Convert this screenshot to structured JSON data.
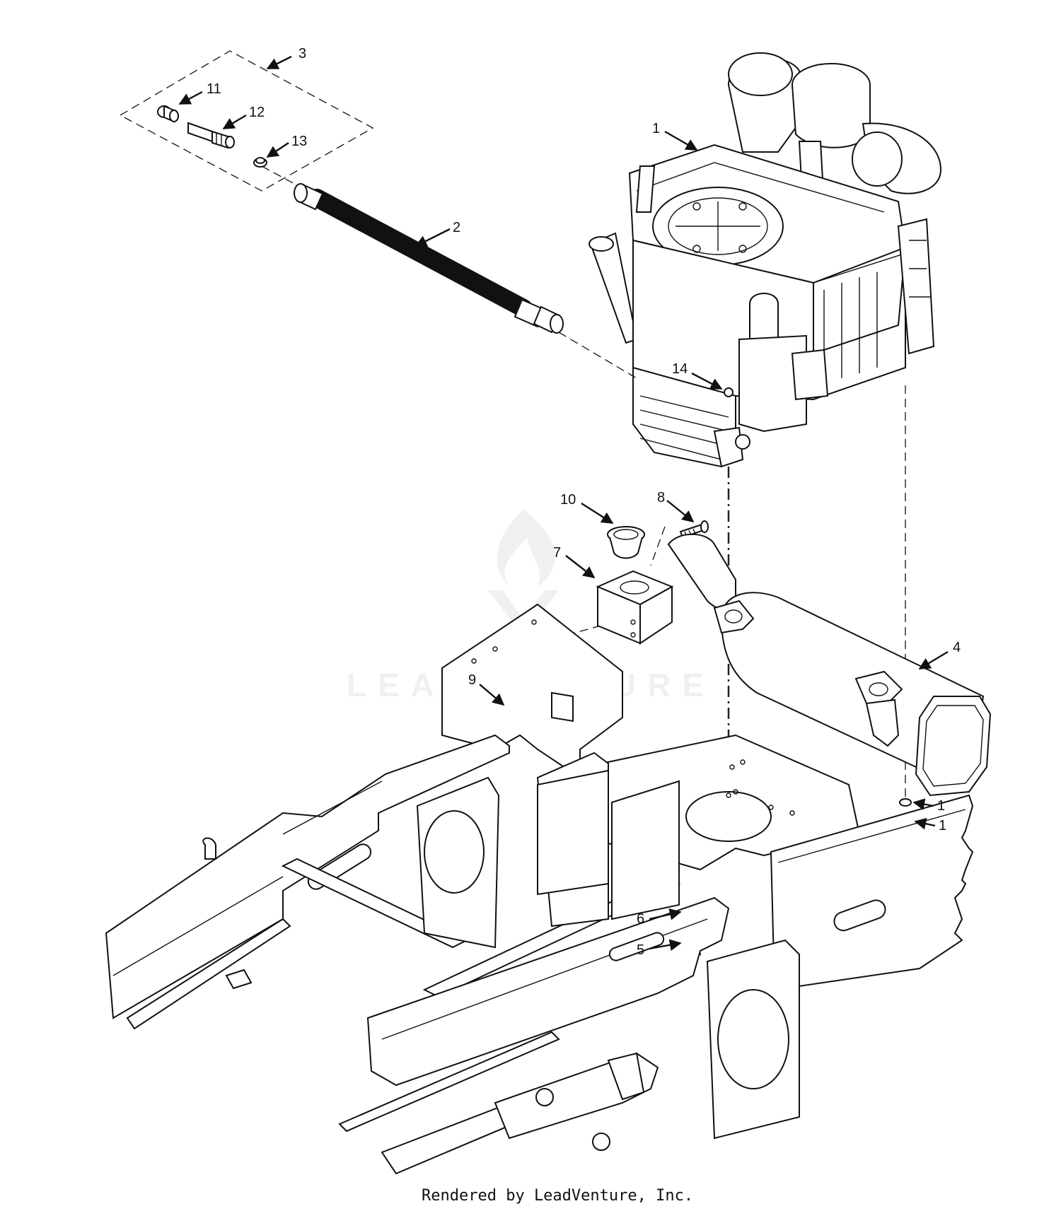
{
  "callouts": [
    {
      "id": "3",
      "text": "3"
    },
    {
      "id": "11",
      "text": "11"
    },
    {
      "id": "12",
      "text": "12"
    },
    {
      "id": "13",
      "text": "13"
    },
    {
      "id": "2",
      "text": "2"
    },
    {
      "id": "1-engine",
      "text": "1"
    },
    {
      "id": "14",
      "text": "14"
    },
    {
      "id": "10",
      "text": "10"
    },
    {
      "id": "8",
      "text": "8"
    },
    {
      "id": "7",
      "text": "7"
    },
    {
      "id": "4",
      "text": "4"
    },
    {
      "id": "9",
      "text": "9"
    },
    {
      "id": "1-washer-upper",
      "text": "1"
    },
    {
      "id": "1-washer-lower",
      "text": "1"
    },
    {
      "id": "6",
      "text": "6"
    },
    {
      "id": "5",
      "text": "5"
    }
  ],
  "watermark": "LEADVENTURE",
  "footer": "Rendered by LeadVenture, Inc."
}
